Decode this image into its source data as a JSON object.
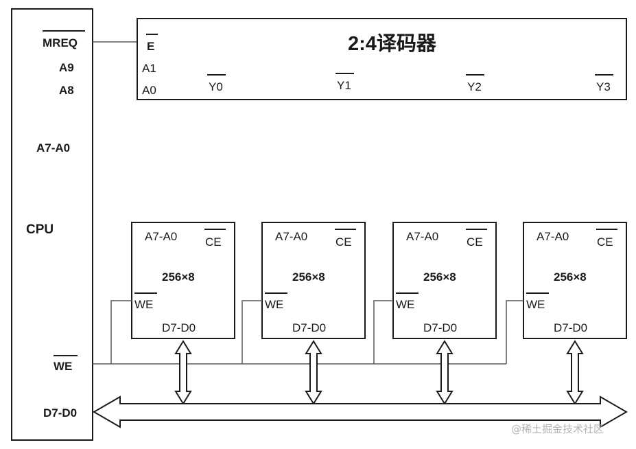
{
  "cpu": {
    "label": "CPU",
    "mreq": "MREQ",
    "a9": "A9",
    "a8": "A8",
    "a7a0": "A7-A0",
    "we": "WE",
    "d7d0": "D7-D0"
  },
  "decoder": {
    "title": "2:4译码器",
    "enable": "E",
    "in_a1": "A1",
    "in_a0": "A0",
    "outputs": [
      "Y0",
      "Y1",
      "Y2",
      "Y3"
    ]
  },
  "chips": [
    {
      "addr": "A7-A0",
      "ce": "CE",
      "size": "256×8",
      "we": "WE",
      "data": "D7-D0"
    },
    {
      "addr": "A7-A0",
      "ce": "CE",
      "size": "256×8",
      "we": "WE",
      "data": "D7-D0"
    },
    {
      "addr": "A7-A0",
      "ce": "CE",
      "size": "256×8",
      "we": "WE",
      "data": "D7-D0"
    },
    {
      "addr": "A7-A0",
      "ce": "CE",
      "size": "256×8",
      "we": "WE",
      "data": "D7-D0"
    }
  ],
  "watermark": "@稀土掘金技术社区"
}
